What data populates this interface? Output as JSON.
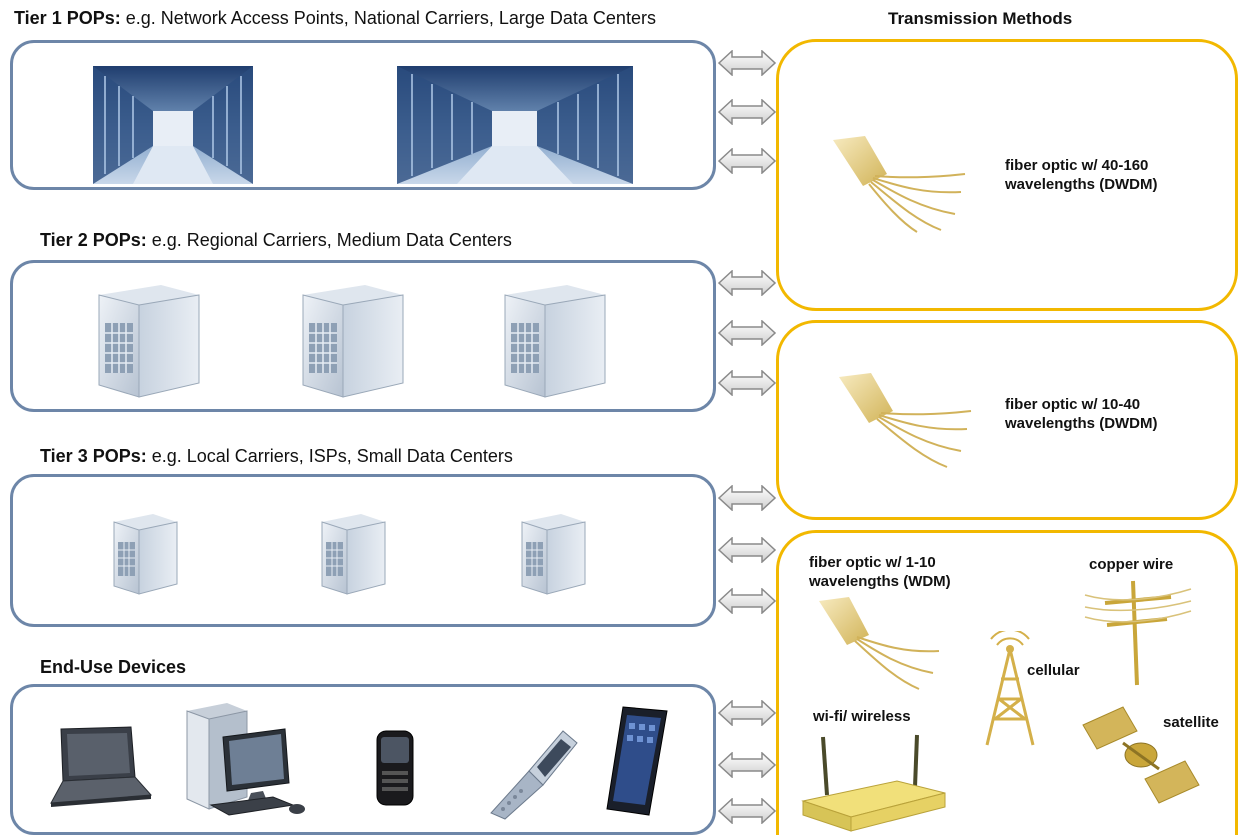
{
  "tiers": [
    {
      "title_bold": "Tier 1 POPs:",
      "title_rest": " e.g. Network Access Points, National Carriers, Large Data Centers"
    },
    {
      "title_bold": "Tier 2 POPs:",
      "title_rest": " e.g. Regional Carriers, Medium Data Centers"
    },
    {
      "title_bold": "Tier 3 POPs:",
      "title_rest": " e.g. Local Carriers, ISPs, Small Data Centers"
    },
    {
      "title_bold": "End-Use Devices",
      "title_rest": ""
    }
  ],
  "transmission": {
    "header": "Transmission Methods",
    "panel1": {
      "line1": "fiber optic  w/ 40-160",
      "line2": "wavelengths (DWDM)"
    },
    "panel2": {
      "line1": "fiber optic  w/ 10-40",
      "line2": "wavelengths (DWDM)"
    },
    "panel3": {
      "fiber_line1": "fiber optic  w/ 1-10",
      "fiber_line2": "wavelengths (WDM)",
      "copper": "copper wire",
      "cellular": "cellular",
      "wifi": "wi-fi/ wireless",
      "satellite": "satellite"
    }
  },
  "colors": {
    "tier_border": "#6d86a8",
    "transmission_border": "#f2b800"
  }
}
